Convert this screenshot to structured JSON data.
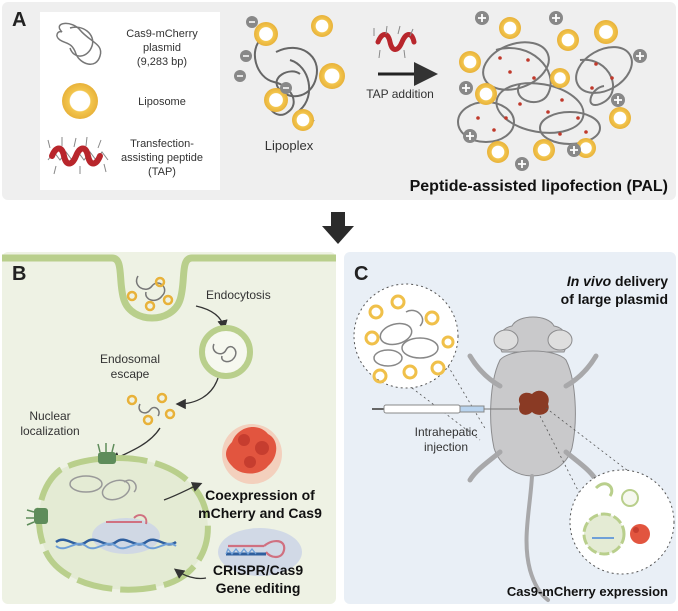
{
  "panel_a": {
    "letter": "A",
    "legend": {
      "plasmid": [
        "Cas9-mCherry",
        "plasmid",
        "(9,283 bp)"
      ],
      "liposome": "Liposome",
      "tap": [
        "Transfection-",
        "assisting peptide",
        "(TAP)"
      ]
    },
    "lipoplex_label": "Lipoplex",
    "arrow_label": "TAP addition",
    "title": "Peptide-assisted lipofection (PAL)"
  },
  "panel_b": {
    "letter": "B",
    "endocytosis": "Endocytosis",
    "endosomal_escape": [
      "Endosomal",
      "escape"
    ],
    "nuclear_localization": [
      "Nuclear",
      "localization"
    ],
    "coexpression": [
      "Coexpression of",
      "mCherry and Cas9"
    ],
    "crispr": [
      "CRISPR/Cas9",
      "Gene editing"
    ]
  },
  "panel_c": {
    "letter": "C",
    "title_italic": "In vivo",
    "title_rest": " delivery",
    "title_line2": "of large plasmid",
    "injection": [
      "Intrahepatic",
      "injection"
    ],
    "expression": "Cas9-mCherry expression"
  },
  "colors": {
    "panel_a_bg": "#efefef",
    "panel_b_bg": "#eef2e4",
    "panel_c_bg": "#e9eff6",
    "liposome": "#f0c04a",
    "peptide": "#b8262c",
    "membrane": "#b9cf8c",
    "arrow": "#2b2b2b"
  }
}
